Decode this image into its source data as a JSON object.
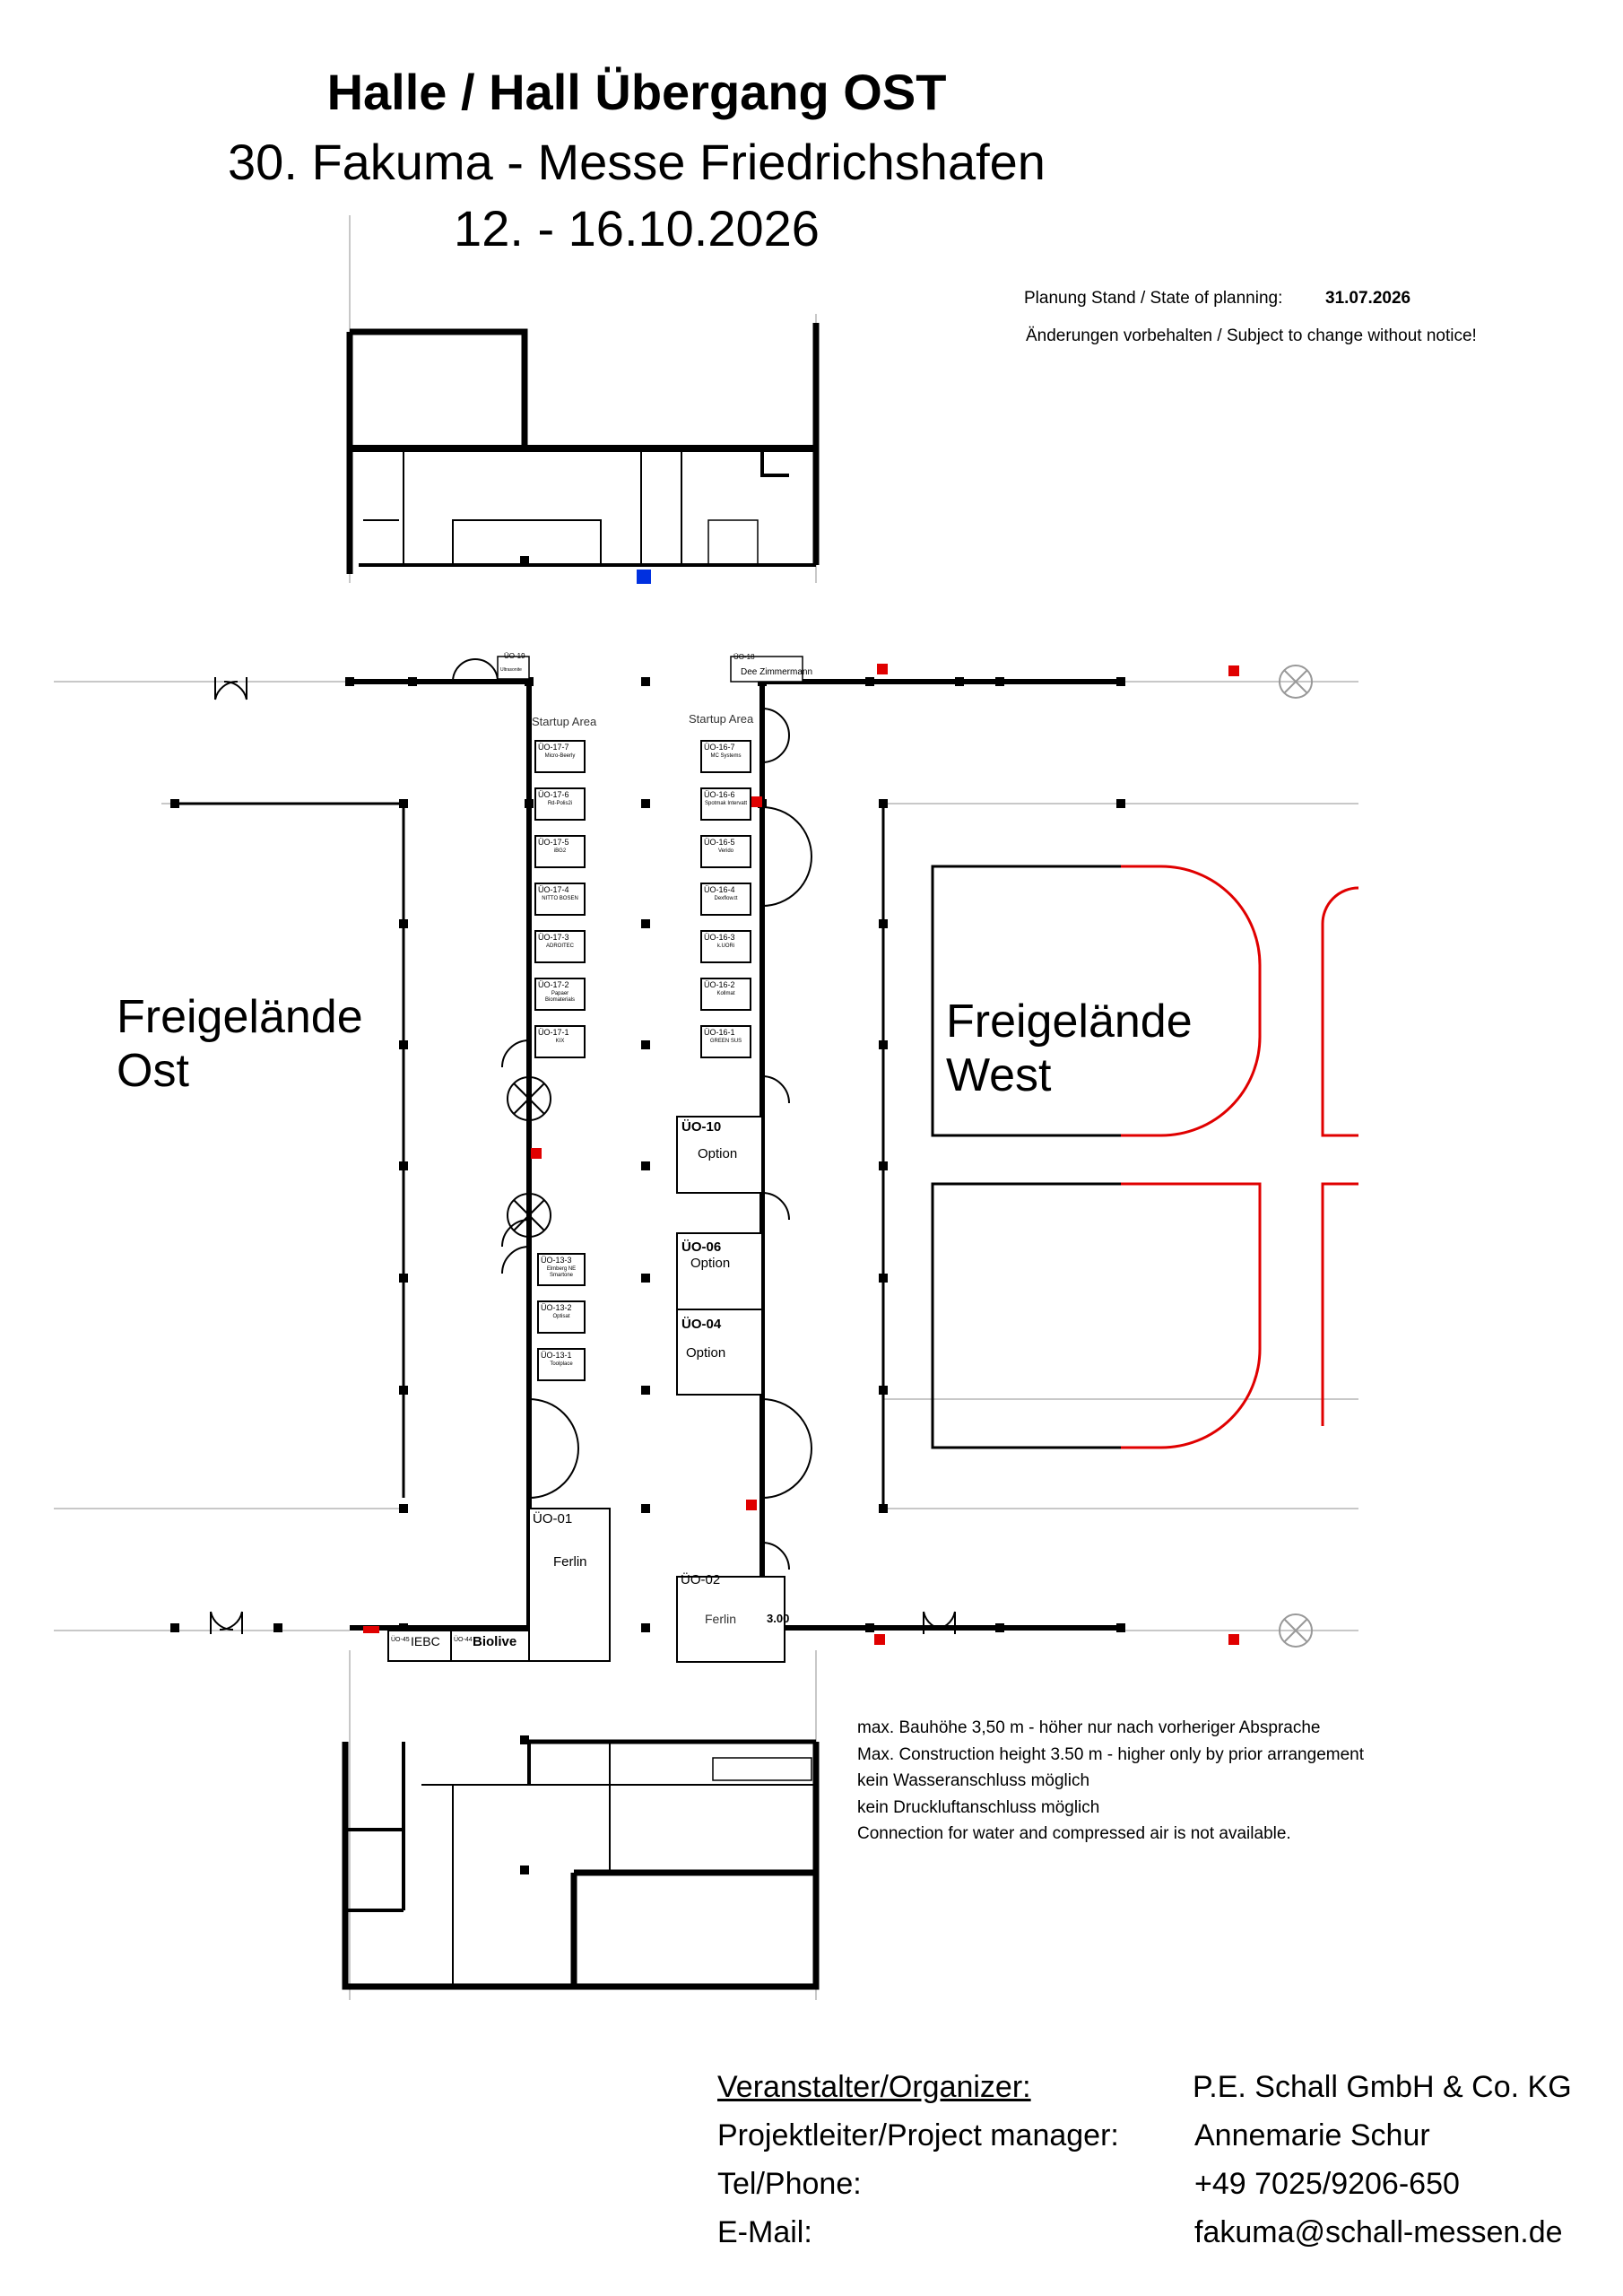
{
  "header": {
    "title": "Halle / Hall Übergang OST",
    "subtitle": "30. Fakuma - Messe Friedrichshafen",
    "dates": "12. - 16.10.2026"
  },
  "planning": {
    "stand_label": "Planung Stand / State of planning:",
    "stand_date": "31.07.2026",
    "disclaimer": "Änderungen vorbehalten / Subject to change without notice!"
  },
  "areas": {
    "east_line1": "Freigelände",
    "east_line2": "Ost",
    "west_line1": "Freigelände",
    "west_line2": "West"
  },
  "corridor": {
    "startup_left": "Startup Area",
    "startup_right": "Startup Area",
    "top_left_stand": "ÜO-19",
    "top_left_name": "Ultrasonite",
    "top_right_stand": "ÜO-18",
    "top_right_name": "Dee Zimmermann",
    "left_startups": [
      {
        "id": "ÜO-17-7",
        "name": "Micro-Beerly"
      },
      {
        "id": "ÜO-17-6",
        "name": "Rd-Polis2i"
      },
      {
        "id": "ÜO-17-5",
        "name": "iBG2"
      },
      {
        "id": "ÜO-17-4",
        "name": "NITTO BOSEN"
      },
      {
        "id": "ÜO-17-3",
        "name": "ADROITEC"
      },
      {
        "id": "ÜO-17-2",
        "name": "Papaer Biomaterials"
      },
      {
        "id": "ÜO-17-1",
        "name": "KIX"
      }
    ],
    "right_startups": [
      {
        "id": "ÜO-16-7",
        "name": "MC Systems"
      },
      {
        "id": "ÜO-16-6",
        "name": "Spotmak Intervatt"
      },
      {
        "id": "ÜO-16-5",
        "name": "Verido"
      },
      {
        "id": "ÜO-16-4",
        "name": "Dexflow.tt"
      },
      {
        "id": "ÜO-16-3",
        "name": "k.UORi"
      },
      {
        "id": "ÜO-16-2",
        "name": "Kollmat"
      },
      {
        "id": "ÜO-16-1",
        "name": "GREEN SUS"
      }
    ],
    "left_lower": [
      {
        "id": "ÜO-13-3",
        "name": "Elmberg NE Smartone"
      },
      {
        "id": "ÜO-13-2",
        "name": "Optisat"
      },
      {
        "id": "ÜO-13-1",
        "name": "Toolplace"
      }
    ],
    "stand_10_id": "ÜO-10",
    "stand_10_name": "Option",
    "stand_06_id": "ÜO-06",
    "stand_06_name": "Option",
    "stand_04_id": "ÜO-04",
    "stand_04_name": "Option",
    "stand_01_id": "ÜO-01",
    "stand_01_name": "Ferlin",
    "stand_02_id": "ÜO-02",
    "stand_02_name": "Ferlin",
    "stand_02_size": "3.00",
    "iebc_id": "ÜO-45",
    "iebc_name": "IEBC",
    "biolive_id": "ÜO-44",
    "biolive_name": "Biolive"
  },
  "notes": [
    "max. Bauhöhe 3,50 m - höher nur nach vorheriger Absprache",
    "Max. Construction height 3.50 m - higher only by prior arrangement",
    "kein Wasseranschluss möglich",
    "kein Druckluftanschluss möglich",
    "Connection for water and compressed air is not available."
  ],
  "contact": {
    "organizer_label": "Veranstalter/Organizer:",
    "organizer_value": "P.E. Schall GmbH & Co. KG",
    "manager_label": "Projektleiter/Project manager:",
    "manager_value": "Annemarie Schur",
    "phone_label": "Tel/Phone:",
    "phone_value": "+49 7025/9206-650",
    "email_label": "E-Mail:",
    "email_value": "fakuma@schall-messen.de"
  },
  "colors": {
    "wall": "#000000",
    "light_line": "#c8c8c8",
    "connection_red": "#e00000",
    "connection_blue": "#0030e0",
    "west_outline_red": "#e00000"
  }
}
